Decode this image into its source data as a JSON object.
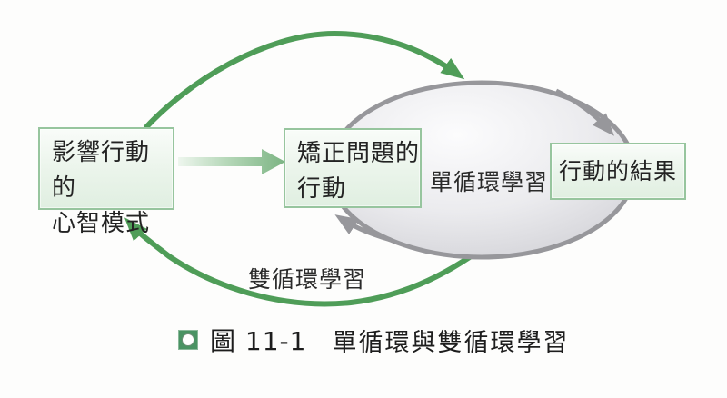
{
  "nodes": {
    "mental_models": {
      "line1": "影響行動的",
      "line2": "心智模式"
    },
    "corrective_action": {
      "line1": "矯正問題的",
      "line2": "行動"
    },
    "action_results": {
      "label": "行動的結果"
    }
  },
  "loops": {
    "single": "單循環學習",
    "double": "雙循環學習"
  },
  "caption": {
    "icon": "green-square-circle-icon",
    "figure_label": "圖 11-1",
    "title": "單循環與雙循環學習"
  },
  "colors": {
    "loop_green": "#4f9d58",
    "loop_gray": "#97979b",
    "box_border": "#97c59e",
    "box_fill_top": "#f9fcf9",
    "box_fill_bottom": "#e0efe1",
    "ellipse_fill_center": "#ececef",
    "ellipse_fill_edge": "#d2d2d7",
    "caption_icon_green": "#4a9363",
    "text": "#232323"
  }
}
